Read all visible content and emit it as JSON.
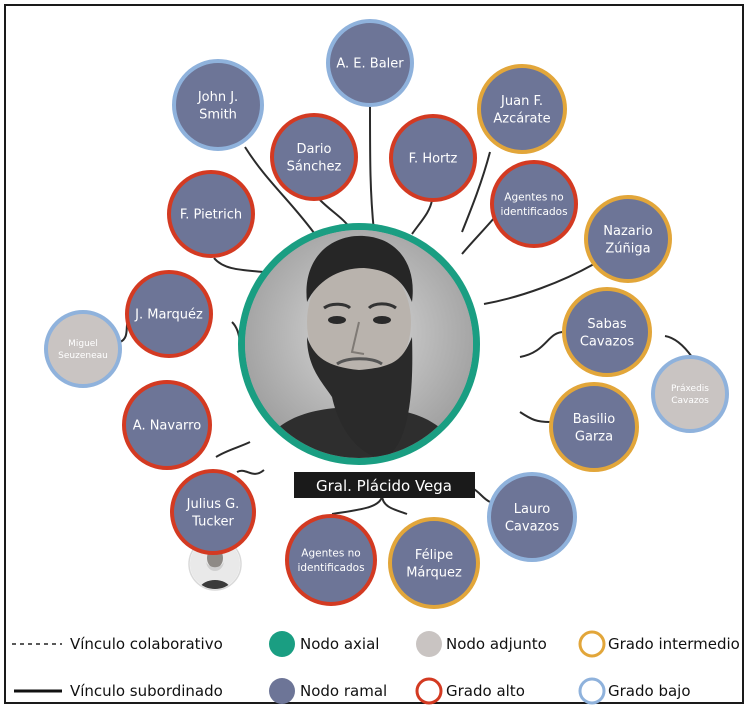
{
  "title": "Gral. Plácido Vega",
  "colors": {
    "axial": "#1a9e82",
    "ramal": "#6d7597",
    "adjunto": "#c9c4c2",
    "grado_alto": "#d33a22",
    "grado_intermedio": "#e2a63a",
    "grado_bajo": "#8fb2dc",
    "link": "#2b2b2b"
  },
  "nodes": [
    {
      "id": "baler",
      "lines": [
        "A. E. Baler"
      ],
      "kind": "ramal",
      "grado": "bajo"
    },
    {
      "id": "smith",
      "lines": [
        "John J.",
        "Smith"
      ],
      "kind": "ramal",
      "grado": "bajo"
    },
    {
      "id": "azcarate",
      "lines": [
        "Juan F.",
        "Azcárate"
      ],
      "kind": "ramal",
      "grado": "intermedio"
    },
    {
      "id": "dario",
      "lines": [
        "Dario",
        "Sánchez"
      ],
      "kind": "ramal",
      "grado": "alto"
    },
    {
      "id": "hortz",
      "lines": [
        "F. Hortz"
      ],
      "kind": "ramal",
      "grado": "alto"
    },
    {
      "id": "agentes_top",
      "lines": [
        "Agentes no",
        "identificados"
      ],
      "kind": "ramal",
      "grado": "alto"
    },
    {
      "id": "pietrich",
      "lines": [
        "F. Pietrich"
      ],
      "kind": "ramal",
      "grado": "alto"
    },
    {
      "id": "nazario",
      "lines": [
        "Nazario",
        "Zúñiga"
      ],
      "kind": "ramal",
      "grado": "intermedio"
    },
    {
      "id": "marquez",
      "lines": [
        "J. Marquéz"
      ],
      "kind": "ramal",
      "grado": "alto"
    },
    {
      "id": "seuzeneau",
      "lines": [
        "Miguel",
        "Seuzeneau"
      ],
      "kind": "adjunto",
      "grado": "bajo"
    },
    {
      "id": "sabas",
      "lines": [
        "Sabas",
        "Cavazos"
      ],
      "kind": "ramal",
      "grado": "intermedio"
    },
    {
      "id": "praxedis",
      "lines": [
        "Práxedis",
        "Cavazos"
      ],
      "kind": "adjunto",
      "grado": "bajo"
    },
    {
      "id": "navarro",
      "lines": [
        "A. Navarro"
      ],
      "kind": "ramal",
      "grado": "alto"
    },
    {
      "id": "basilio",
      "lines": [
        "Basilio",
        "Garza"
      ],
      "kind": "ramal",
      "grado": "intermedio"
    },
    {
      "id": "tucker",
      "lines": [
        "Julius G.",
        "Tucker"
      ],
      "kind": "ramal",
      "grado": "alto"
    },
    {
      "id": "lauro",
      "lines": [
        "Lauro",
        "Cavazos"
      ],
      "kind": "ramal",
      "grado": "bajo"
    },
    {
      "id": "agentes_bottom",
      "lines": [
        "Agentes no",
        "identificados"
      ],
      "kind": "ramal",
      "grado": "alto"
    },
    {
      "id": "felipe",
      "lines": [
        "Félipe",
        "Márquez"
      ],
      "kind": "ramal",
      "grado": "intermedio"
    }
  ],
  "legend": {
    "colaborativo": "Vínculo colaborativo",
    "subordinado": "Vínculo subordinado",
    "axial": "Nodo axial",
    "ramal": "Nodo ramal",
    "adjunto": "Nodo adjunto",
    "alto": "Grado alto",
    "intermedio": "Grado intermedio",
    "bajo": "Grado bajo"
  }
}
